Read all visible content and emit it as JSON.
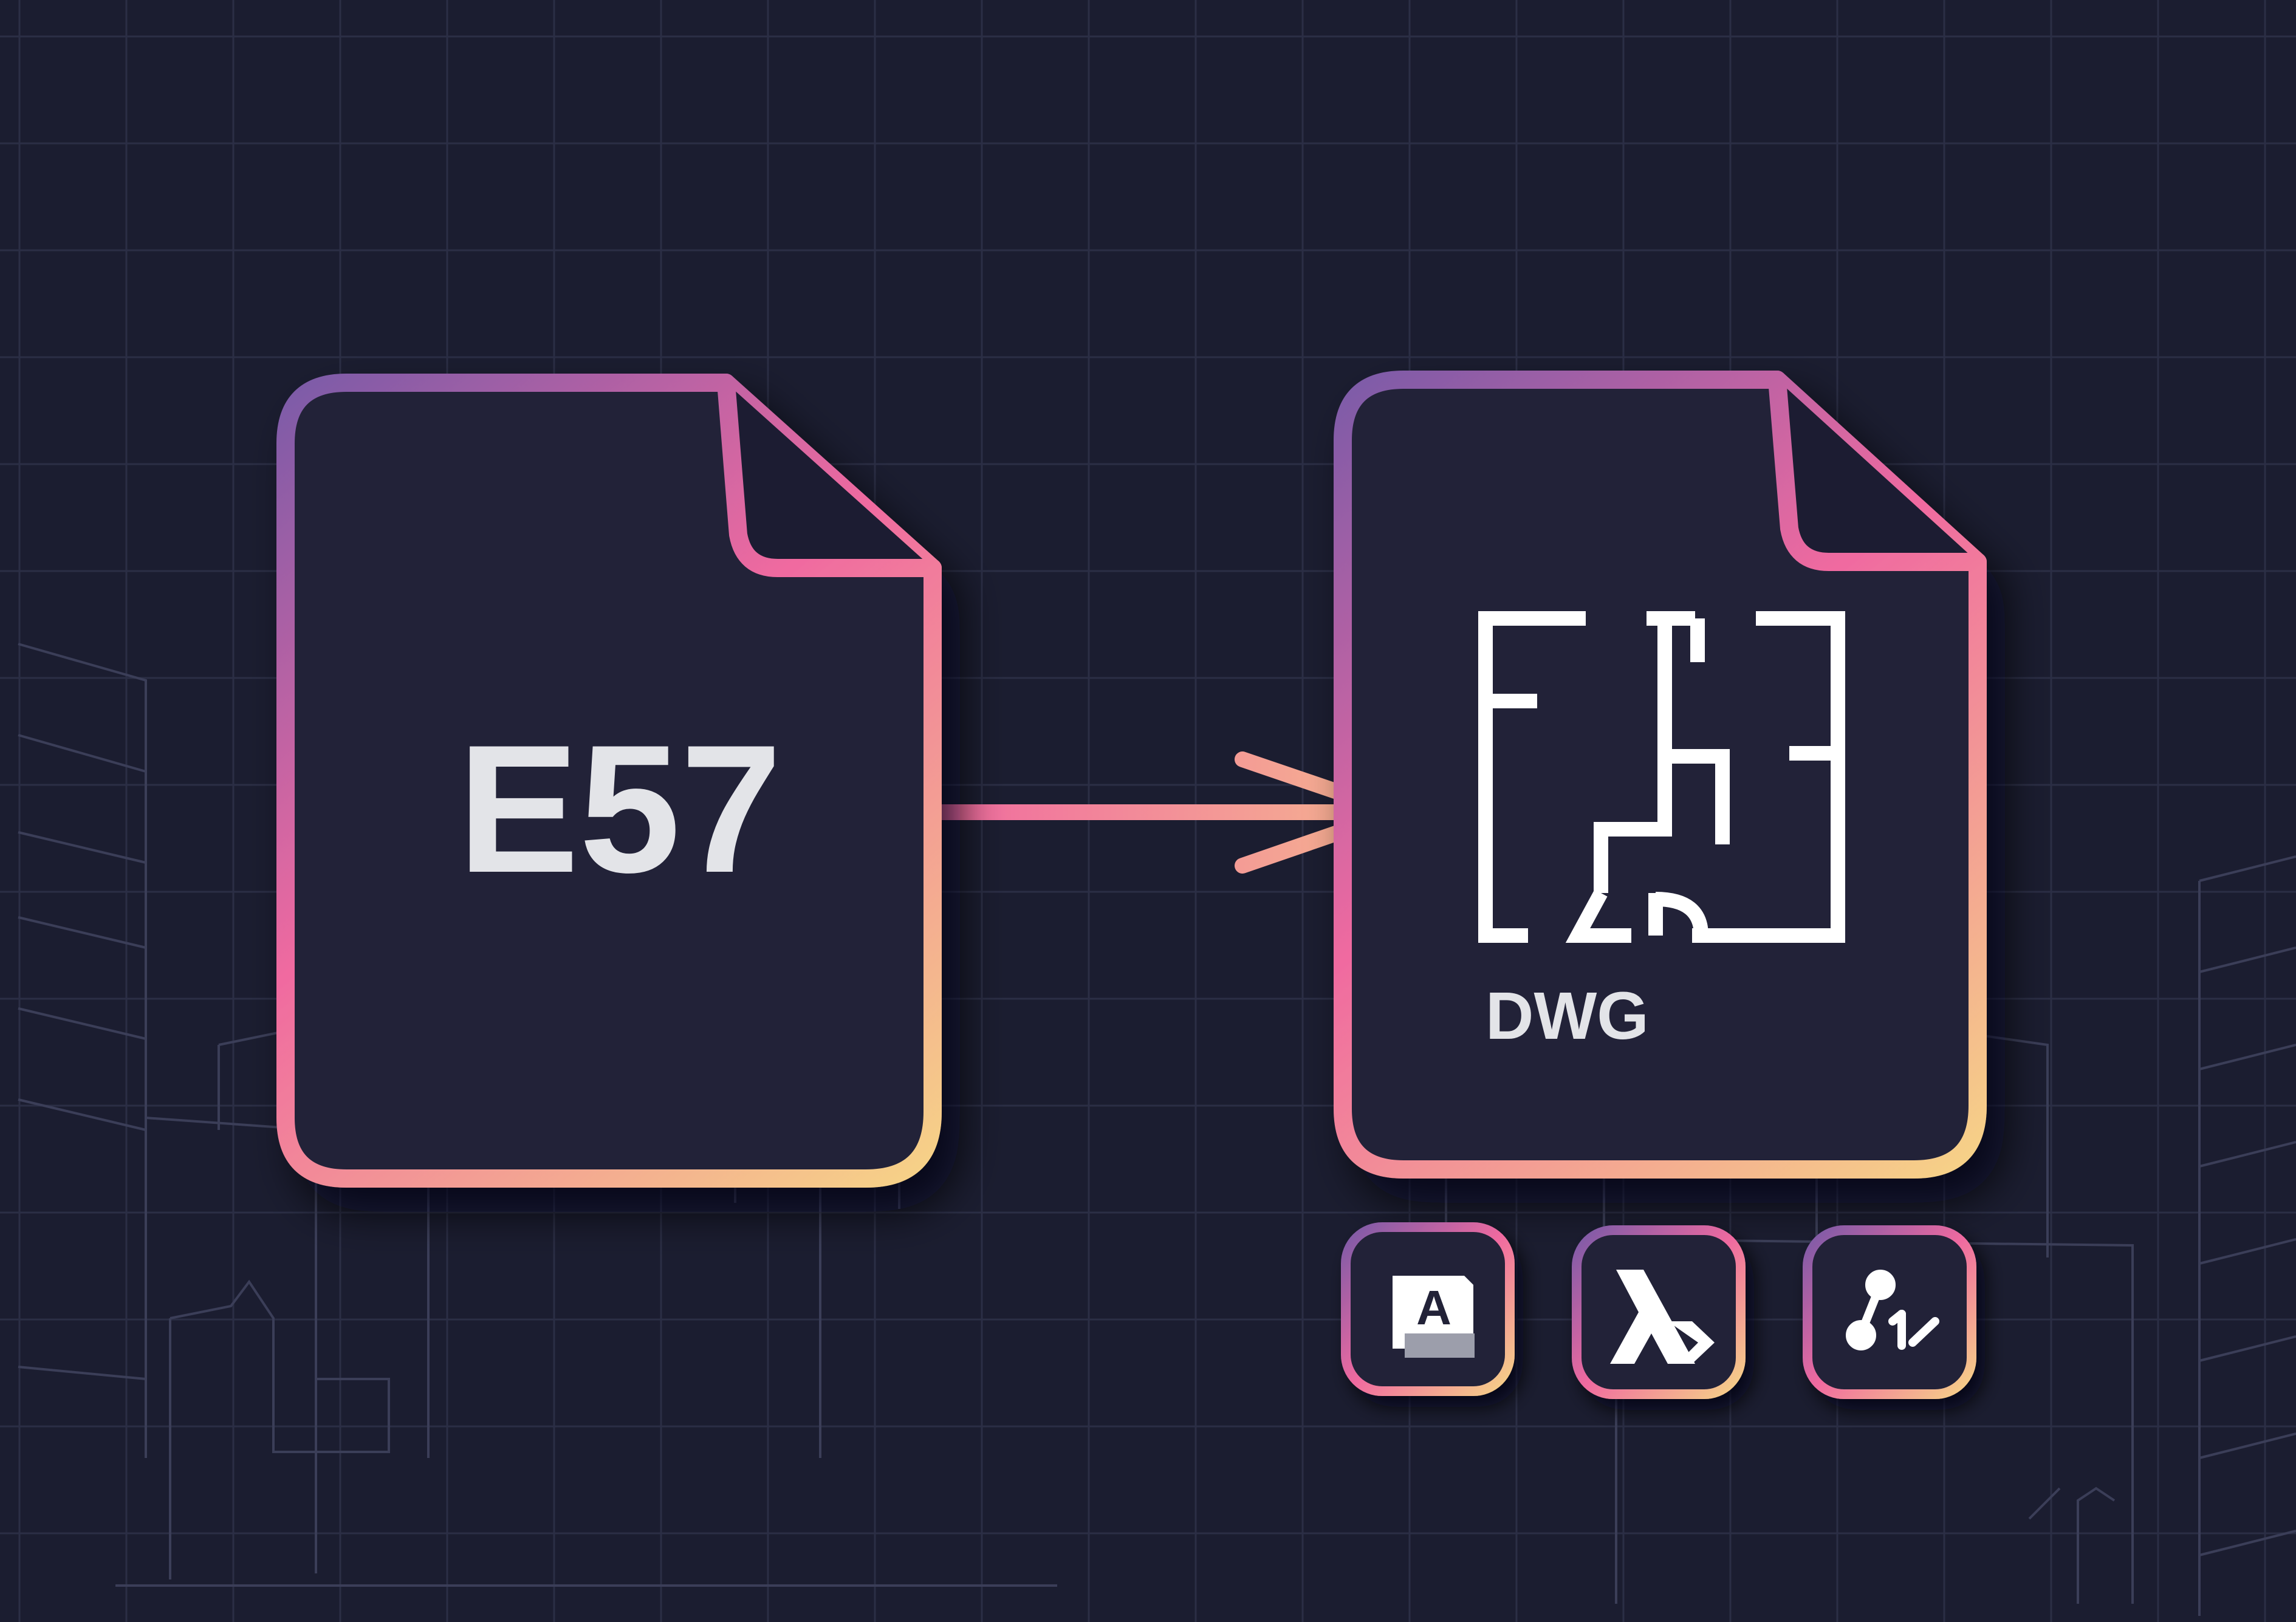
{
  "source_file": {
    "label": "E57",
    "icon": "e57-file-icon"
  },
  "arrow": {
    "icon": "right-arrow-icon"
  },
  "target_file": {
    "label": "DWG",
    "icon": "floor-plan-icon"
  },
  "apps": [
    {
      "name": "autocad",
      "glyph": "A",
      "icon": "autocad-app-icon"
    },
    {
      "name": "bricscad",
      "icon": "bricscad-app-icon"
    },
    {
      "name": "draftsight",
      "icon": "draftsight-app-icon"
    }
  ],
  "colors": {
    "background": "#1b1d30",
    "gradient_start": "#7a5aa8",
    "gradient_mid": "#f06aa0",
    "gradient_end": "#f6d487",
    "text": "#e3e4e8"
  }
}
